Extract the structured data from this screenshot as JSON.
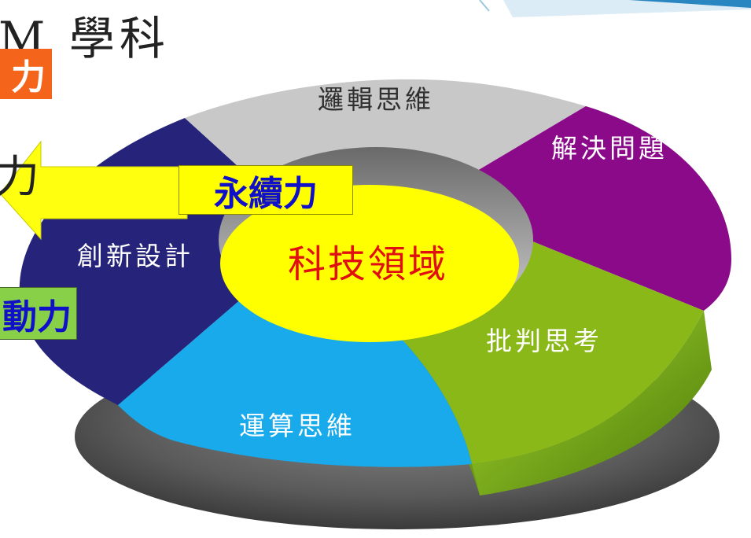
{
  "header": {
    "title": "M 學科",
    "left_glyph": "力"
  },
  "badges": {
    "orange": {
      "text": "力",
      "bg": "#f4641a",
      "color": "#ffffff"
    },
    "yellow": {
      "text": "永續力",
      "bg": "#ffff00",
      "color": "#1010c8"
    },
    "green": {
      "text": "動力",
      "bg": "#88d048",
      "color": "#1010c8"
    }
  },
  "diagram": {
    "center": {
      "label": "科技領域",
      "fill": "#ffff00",
      "color": "#e01010"
    },
    "segments": [
      {
        "label": "邏輯思維",
        "fill": "#c8c8c8",
        "color": "#303030"
      },
      {
        "label": "解決問題",
        "fill": "#8a0a8a",
        "color": "#ffffff"
      },
      {
        "label": "批判思考",
        "fill": "#8ab818",
        "color": "#ffffff"
      },
      {
        "label": "運算思維",
        "fill": "#18aaea",
        "color": "#ffffff"
      },
      {
        "label": "創新設計",
        "fill": "#26247a",
        "color": "#ffffff"
      }
    ]
  },
  "colors": {
    "arrow": "#ffff10",
    "corner_accent": "#2a86c0",
    "shadow": "#555555"
  }
}
